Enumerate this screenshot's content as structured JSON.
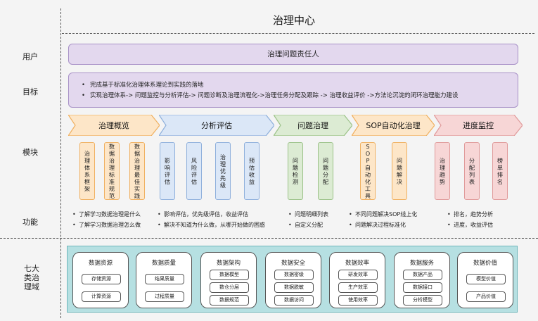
{
  "title": "治理中心",
  "rows": {
    "user": "用户",
    "goal": "目标",
    "module": "模块",
    "function": "功能",
    "domains": "七大类治理域"
  },
  "owner": "治理问题责任人",
  "goals": [
    "完成基于标准化治理体系理论到实践的落地",
    "实现治理体系-> 问题监控与分析评估-> 问题诊断及治理流程化->治理任务分配及跟踪 -> 治理收益评价 ->方法论沉淀的闭环治理能力建设"
  ],
  "modules": [
    {
      "name": "治理概览",
      "color": "#fde6c8",
      "stroke": "#f0b060",
      "cards": [
        "治理体系框架",
        "数据治理标准规范",
        "数据治理最佳实践"
      ]
    },
    {
      "name": "分析评估",
      "color": "#dbe7f7",
      "stroke": "#8fb0dc",
      "cards": [
        "影响评估",
        "风险评估",
        "治理优先级",
        "预估收益"
      ]
    },
    {
      "name": "问题治理",
      "color": "#dcebd3",
      "stroke": "#9cc289",
      "cards": [
        "问题检测",
        "问题分配"
      ]
    },
    {
      "name": "SOP自动化治理",
      "color": "#fde6c8",
      "stroke": "#f0b060",
      "cards": [
        "SOP自动化工具",
        "问题解决"
      ]
    },
    {
      "name": "进度监控",
      "color": "#f7d6d6",
      "stroke": "#e09a9a",
      "cards": [
        "治理趋势",
        "分配列表",
        "榜单排名"
      ]
    }
  ],
  "functions": [
    [
      "了解学习数据治理是什么",
      "了解学习数据治理怎么做"
    ],
    [
      "影响评估，优先级评估，收益评估",
      "解决不知道为什么做，从哪开始做的困惑"
    ],
    [
      "问题明细列表",
      "自定义分配"
    ],
    [
      "不同问题解决SOP线上化",
      "问题解决过程标准化"
    ],
    [
      "排名，趋势分析",
      "进度，收益评估"
    ]
  ],
  "domains": [
    {
      "title": "数据资源",
      "items": [
        "存储资源",
        "计算资源"
      ]
    },
    {
      "title": "数据质量",
      "items": [
        "结果质量",
        "过程质量"
      ]
    },
    {
      "title": "数据架构",
      "items": [
        "数据模型",
        "数仓分层",
        "数据规范"
      ]
    },
    {
      "title": "数据安全",
      "items": [
        "数据密级",
        "数据脱敏",
        "数据访问"
      ]
    },
    {
      "title": "数据效率",
      "items": [
        "研发效率",
        "生产效率",
        "使用效率"
      ]
    },
    {
      "title": "数据服务",
      "items": [
        "数据产品",
        "数据接口",
        "分析模型"
      ]
    },
    {
      "title": "数据价值",
      "items": [
        "模型价值",
        "产品价值"
      ]
    }
  ]
}
